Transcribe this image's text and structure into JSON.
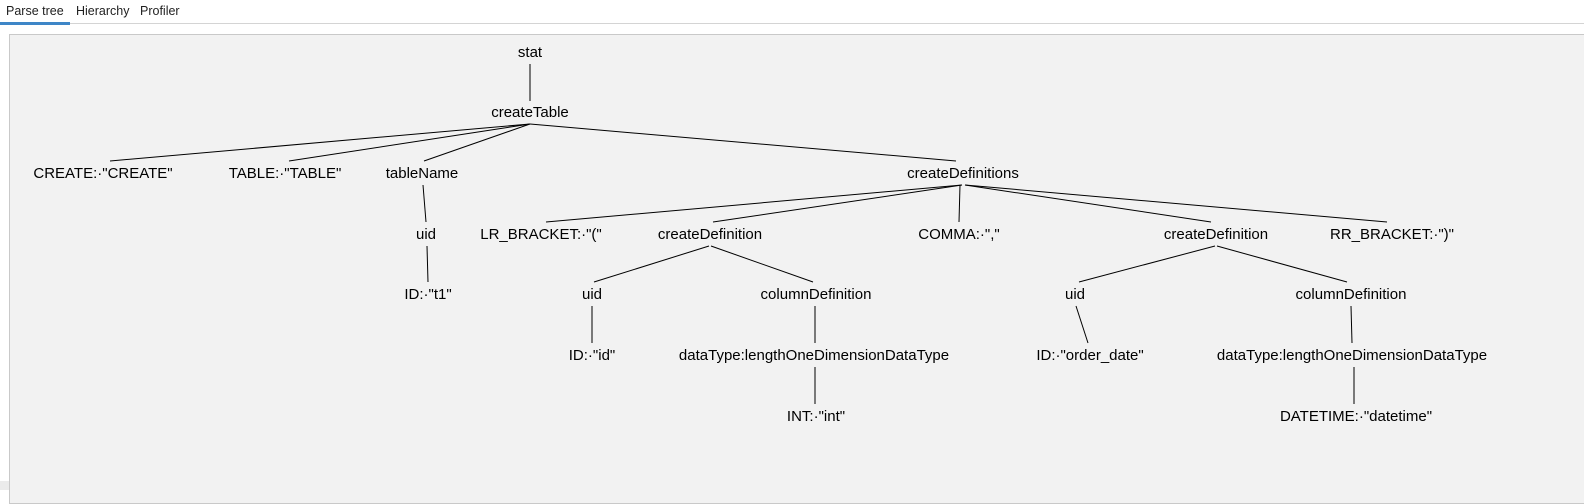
{
  "tabs": {
    "parse_tree": "Parse tree",
    "hierarchy": "Hierarchy",
    "profiler": "Profiler",
    "selected": "Parse tree"
  },
  "colors": {
    "active_tab_underline": "#3e86c7",
    "panel_background": "#f2f2f2",
    "panel_border": "#c9c9c9",
    "edge": "#000000",
    "text": "#000000"
  },
  "tree": {
    "root": "stat",
    "nodes": [
      {
        "label": "stat"
      },
      {
        "label": "createTable"
      },
      {
        "label": "CREATE:·\"CREATE\""
      },
      {
        "label": "TABLE:·\"TABLE\""
      },
      {
        "label": "tableName"
      },
      {
        "label": "createDefinitions"
      },
      {
        "label": "uid"
      },
      {
        "label": "LR_BRACKET:·\"(\""
      },
      {
        "label": "createDefinition"
      },
      {
        "label": "COMMA:·\",\""
      },
      {
        "label": "createDefinition"
      },
      {
        "label": "RR_BRACKET:·\")\""
      },
      {
        "label": "ID:·\"t1\""
      },
      {
        "label": "uid"
      },
      {
        "label": "columnDefinition"
      },
      {
        "label": "uid"
      },
      {
        "label": "columnDefinition"
      },
      {
        "label": "ID:·\"id\""
      },
      {
        "label": "dataType:lengthOneDimensionDataType"
      },
      {
        "label": "ID:·\"order_date\""
      },
      {
        "label": "dataType:lengthOneDimensionDataType"
      },
      {
        "label": "INT:·\"int\""
      },
      {
        "label": "DATETIME:·\"datetime\""
      }
    ]
  }
}
